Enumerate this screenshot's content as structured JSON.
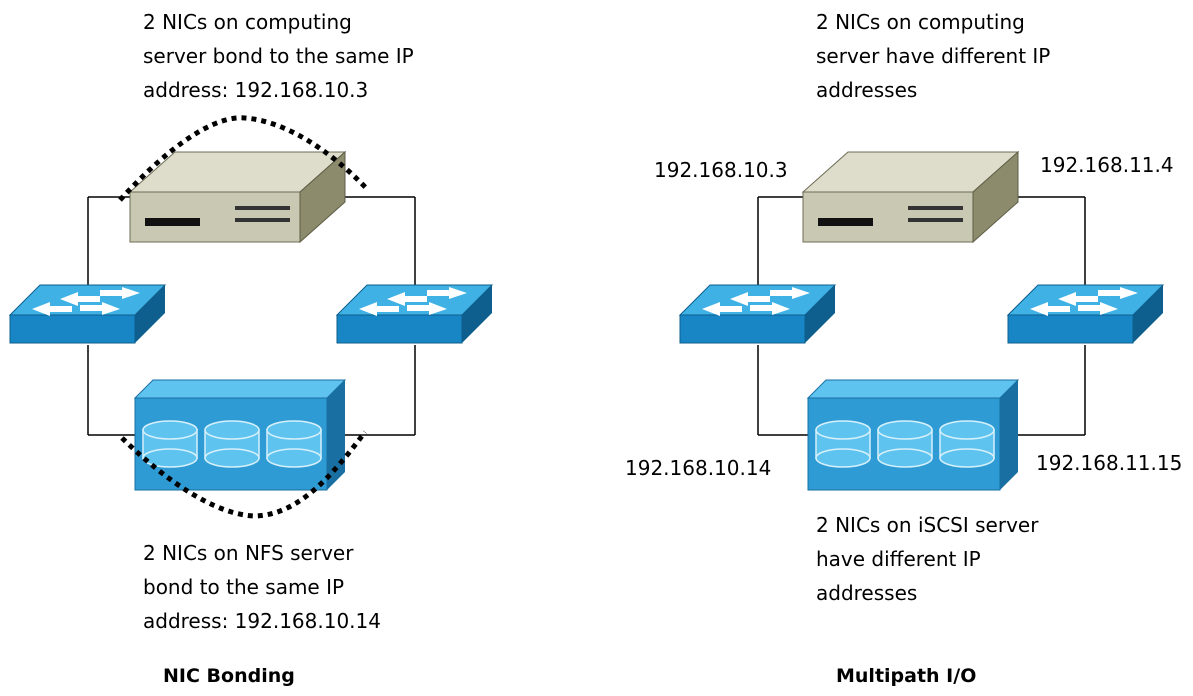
{
  "left": {
    "top_note": [
      "2 NICs on",
      "computing",
      "server bond to the same IP",
      "address: 192.168.10.3"
    ],
    "bottom_note": [
      "2 NICs on NFS server",
      "bond to the same IP",
      "address: 192.168.10.14"
    ],
    "caption": "NIC Bonding"
  },
  "right": {
    "top_note": [
      "2 NICs on computing",
      "server have different IP",
      "addresses"
    ],
    "ip_top_left": "192.168.10.3",
    "ip_top_right": "192.168.11.4",
    "ip_bottom_left": "192.168.10.14",
    "ip_bottom_right": "192.168.11.15",
    "bottom_note": [
      "2 NICs on iSCSI server",
      "have different IP",
      "addresses"
    ],
    "caption": "Multipath I/O"
  },
  "colors": {
    "server_front": "#c9c8b2",
    "server_top": "#dedcca",
    "server_side": "#8c8b6c",
    "switch_top": "#3fb1e4",
    "switch_front": "#1886c4",
    "switch_side": "#0e5f8e",
    "storage_front": "#2e9bd4",
    "storage_top": "#5ec3ee",
    "storage_side": "#1a6fa2",
    "bond_line": "#000000"
  }
}
